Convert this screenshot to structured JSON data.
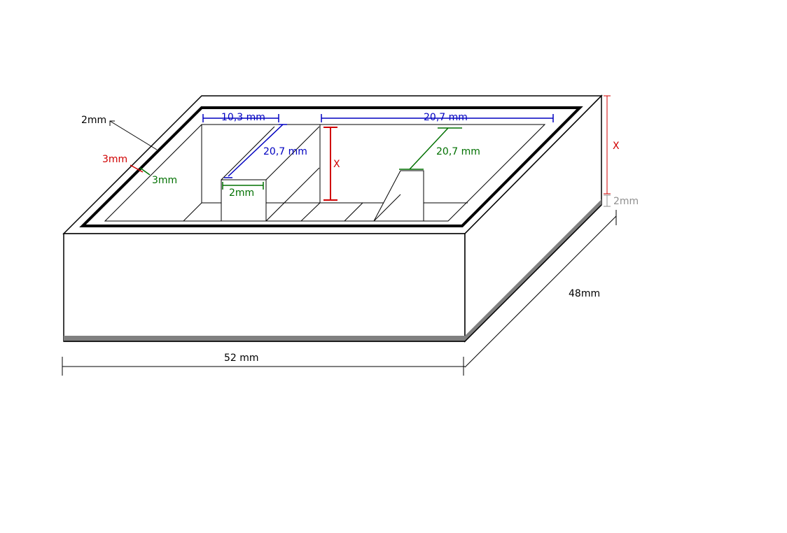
{
  "colors": {
    "outline": "#000000",
    "base_shadow": "#808080",
    "dim_blue": "#0000c0",
    "dim_green": "#007000",
    "dim_red": "#d00000",
    "dim_gray": "#909090"
  },
  "labels": {
    "wall_thickness_note": "2mm",
    "inner_wall_left_red": "3mm",
    "inner_wall_left_green": "3mm",
    "left_compartment_width": "10,3 mm",
    "left_compartment_depth": "20,7 mm",
    "divider_thickness": "2mm",
    "divider_height": "X",
    "right_compartment_width": "20,7 mm",
    "right_compartment_depth": "20,7 mm",
    "total_height": "X",
    "base_thickness": "2mm",
    "box_depth": "48mm",
    "box_width": "52 mm"
  }
}
